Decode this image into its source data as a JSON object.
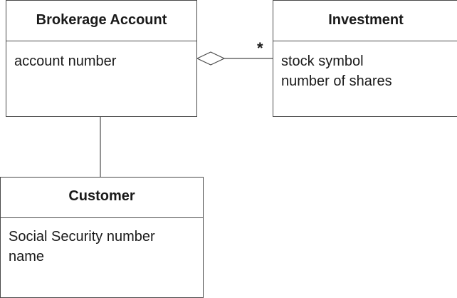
{
  "diagram": {
    "classes": [
      {
        "id": "brokerage",
        "name": "Brokerage Account",
        "attributes": [
          "account number"
        ]
      },
      {
        "id": "investment",
        "name": "Investment",
        "attributes": [
          "stock symbol",
          "number of shares"
        ]
      },
      {
        "id": "customer",
        "name": "Customer",
        "attributes": [
          "Social Security number",
          "name"
        ]
      }
    ],
    "relationships": [
      {
        "from": "Brokerage Account",
        "to": "Investment",
        "type": "aggregation",
        "multiplicity_to": "*"
      },
      {
        "from": "Brokerage Account",
        "to": "Customer",
        "type": "association"
      }
    ]
  },
  "colors": {
    "line": "#4a4a4a",
    "background": "#ffffff",
    "text": "#1a1a1a"
  }
}
